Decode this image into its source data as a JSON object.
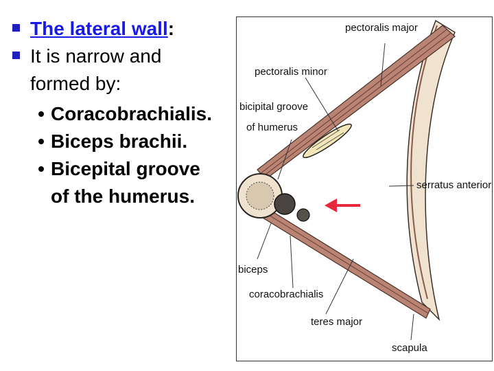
{
  "slide": {
    "heading": "The lateral wall",
    "heading_suffix": ":",
    "intro_line1": "It is narrow and",
    "intro_line2": "formed by:",
    "items": [
      {
        "line1": "Coracobrachialis.",
        "line2": ""
      },
      {
        "line1": "Biceps brachii.",
        "line2": ""
      },
      {
        "line1": "Bicepital groove",
        "line2": "of the humerus."
      }
    ]
  },
  "diagram": {
    "labels": {
      "pectoralis_major": "pectoralis major",
      "pectoralis_minor": "pectoralis minor",
      "bicipital_groove_1": "bicipital groove",
      "bicipital_groove_2": "of humerus",
      "serratus_anterior": "serratus anterior",
      "biceps": "biceps",
      "coracobrachialis": "coracobrachialis",
      "teres_major": "teres major",
      "scapula": "scapula"
    },
    "arrow_color": "#e8283c"
  }
}
